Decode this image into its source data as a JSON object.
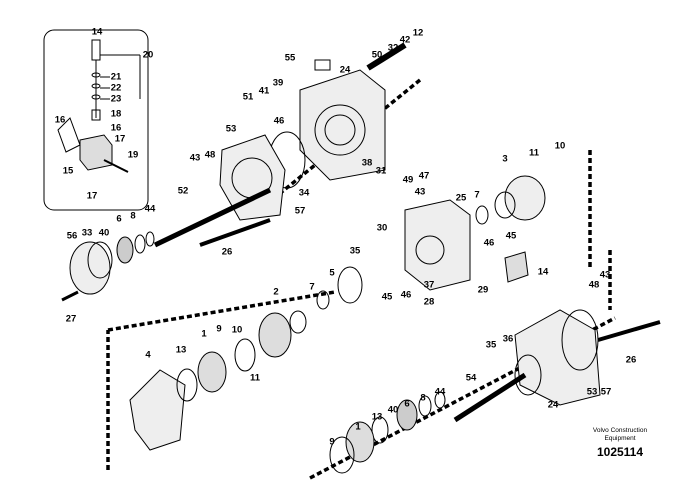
{
  "diagram": {
    "type": "exploded parts diagram",
    "callouts": [
      "14",
      "20",
      "21",
      "22",
      "23",
      "18",
      "16",
      "16",
      "17",
      "19",
      "15",
      "17",
      "55",
      "24",
      "50",
      "32",
      "42",
      "12",
      "39",
      "41",
      "51",
      "46",
      "53",
      "38",
      "31",
      "34",
      "48",
      "43",
      "52",
      "57",
      "26",
      "56",
      "33",
      "40",
      "6",
      "8",
      "44",
      "27",
      "3",
      "11",
      "10",
      "49",
      "47",
      "43",
      "25",
      "7",
      "30",
      "46",
      "45",
      "35",
      "14",
      "45",
      "46",
      "37",
      "29",
      "28",
      "5",
      "7",
      "2",
      "1",
      "9",
      "10",
      "4",
      "13",
      "11",
      "43",
      "48",
      "35",
      "36",
      "26",
      "54",
      "24",
      "53",
      "57",
      "44",
      "8",
      "6",
      "40",
      "13",
      "1",
      "9"
    ]
  },
  "footer": {
    "company_line1": "Volvo Construction",
    "company_line2": "Equipment",
    "drawing_number": "1025114"
  }
}
